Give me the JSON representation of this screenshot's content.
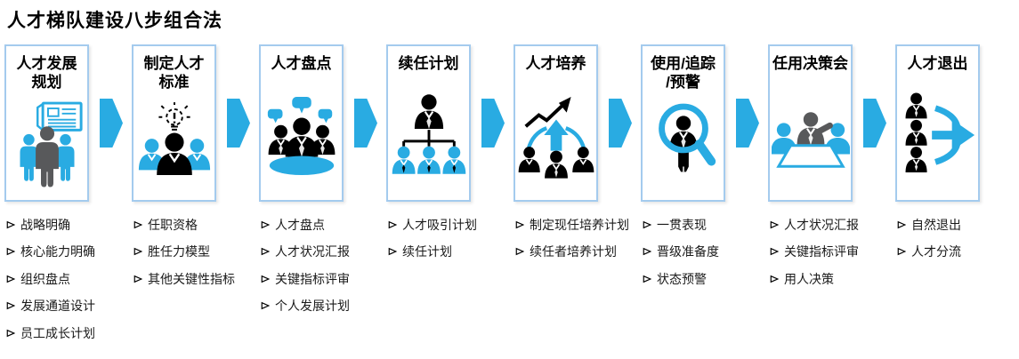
{
  "page": {
    "title": "人才梯队建设八步组合法"
  },
  "colors": {
    "accent_cyan": "#29ABE2",
    "box_border": "#A4CBEE",
    "dark_gray_person": "#58595B",
    "icon_black": "#000000",
    "text": "#1A1A1A"
  },
  "steps": [
    {
      "title": "人才发展规划",
      "title_lines": [
        "人才发展",
        "规划"
      ],
      "icon": "people-newspaper-icon",
      "bullets": [
        "战略明确",
        "核心能力明确",
        "组织盘点",
        "发展通道设计",
        "员工成长计划"
      ]
    },
    {
      "title": "制定人才标准",
      "title_lines": [
        "制定人才",
        "标准"
      ],
      "icon": "lightbulb-team-icon",
      "bullets": [
        "任职资格",
        "胜任力模型",
        "其他关键性指标"
      ]
    },
    {
      "title": "人才盘点",
      "title_lines": [
        "人才盘点"
      ],
      "icon": "roundtable-discussion-icon",
      "bullets": [
        "人才盘点",
        "人才状况汇报",
        "关键指标评审",
        "个人发展计划"
      ]
    },
    {
      "title": "续任计划",
      "title_lines": [
        "续任计划"
      ],
      "icon": "org-chart-icon",
      "bullets": [
        "人才吸引计划",
        "续任计划"
      ]
    },
    {
      "title": "人才培养",
      "title_lines": [
        "人才培养"
      ],
      "icon": "growth-arrow-team-icon",
      "bullets": [
        "制定现任培养计划",
        "续任者培养计划"
      ]
    },
    {
      "title": "使用/追踪/预警",
      "title_lines": [
        "使用/追踪",
        "/预警"
      ],
      "icon": "magnifier-person-icon",
      "bullets": [
        "一贯表现",
        "晋级准备度",
        "状态预警"
      ]
    },
    {
      "title": "任用决策会",
      "title_lines": [
        "任用决策会"
      ],
      "icon": "meeting-table-icon",
      "bullets": [
        "人才状况汇报",
        "关键指标评审",
        "用人决策"
      ]
    },
    {
      "title": "人才退出",
      "title_lines": [
        "人才退出"
      ],
      "icon": "exit-arrow-icon",
      "bullets": [
        "自然退出",
        "人才分流"
      ]
    }
  ]
}
